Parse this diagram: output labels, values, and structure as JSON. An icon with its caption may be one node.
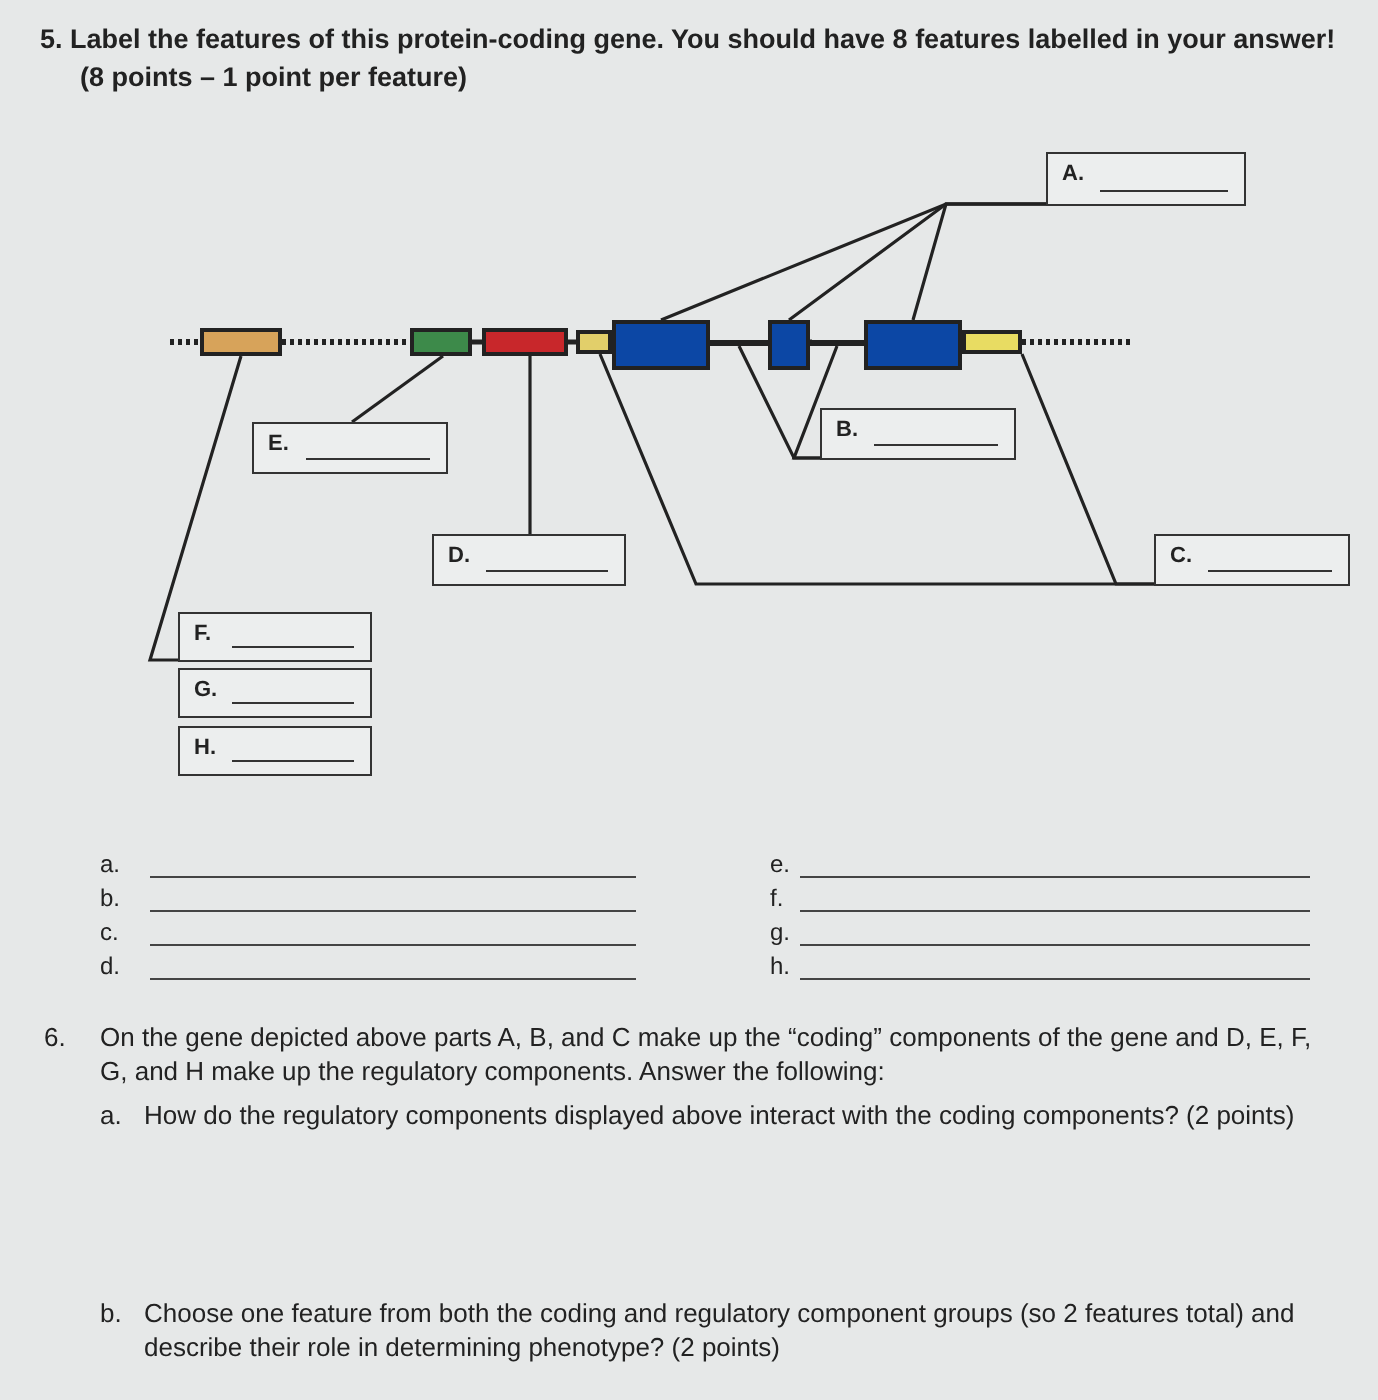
{
  "diagram": {
    "title": "5. Label the features of this protein-coding gene. You should have 8 features labelled in your answer! (8 points – 1 point per feature)",
    "nodes": [
      {
        "text": [
          "A."
        ]
      },
      {
        "text": [],
        "shape": "box"
      },
      {
        "text": [],
        "shape": "box"
      },
      {
        "text": [],
        "shape": "box"
      },
      {
        "text": [],
        "shape": "box"
      },
      {
        "text": [],
        "shape": "box"
      },
      {
        "text": [],
        "shape": "box"
      },
      {
        "text": [],
        "shape": "box"
      },
      {
        "text": [],
        "shape": "box"
      },
      {
        "text": [
          "E."
        ]
      },
      {
        "text": [
          "B."
        ]
      },
      {
        "text": [
          "D."
        ]
      },
      {
        "text": [
          "C."
        ]
      },
      {
        "text": [
          "F."
        ]
      },
      {
        "text": [
          "G."
        ]
      },
      {
        "text": [
          "H."
        ]
      },
      {
        "text": [],
        "shape": "line"
      },
      {
        "text": [],
        "shape": "line"
      }
    ],
    "edges": [
      {
        "from": 0,
        "to": 5,
        "arrow": "none"
      },
      {
        "from": 0,
        "to": 6,
        "arrow": "none"
      },
      {
        "from": 0,
        "to": 7,
        "arrow": "none"
      },
      {
        "from": 9,
        "to": 2,
        "arrow": "none"
      },
      {
        "from": 10,
        "to": 16,
        "arrow": "none"
      },
      {
        "from": 10,
        "to": 17,
        "arrow": "none"
      },
      {
        "from": 11,
        "to": 3,
        "arrow": "none"
      },
      {
        "from": 12,
        "to": 4,
        "arrow": "none"
      },
      {
        "from": 12,
        "to": 8,
        "arrow": "none"
      },
      {
        "from": 13,
        "to": 1,
        "arrow": "none"
      }
    ],
    "labels": [
      "a.",
      "b.",
      "c.",
      "d.",
      "e.",
      "f.",
      "g.",
      "h.",
      "6.",
      "On the gene depicted above parts A, B, and C make up the “coding” components of the gene and D, E, F, G, and H make up the regulatory components. Answer the following:",
      "a.",
      "How do the regulatory components displayed above interact with the coding components? (2 points)",
      "b.",
      "Choose one feature from both the coding and regulatory component groups (so 2 features total) and describe their role in determining phenotype? (2 points)"
    ]
  }
}
